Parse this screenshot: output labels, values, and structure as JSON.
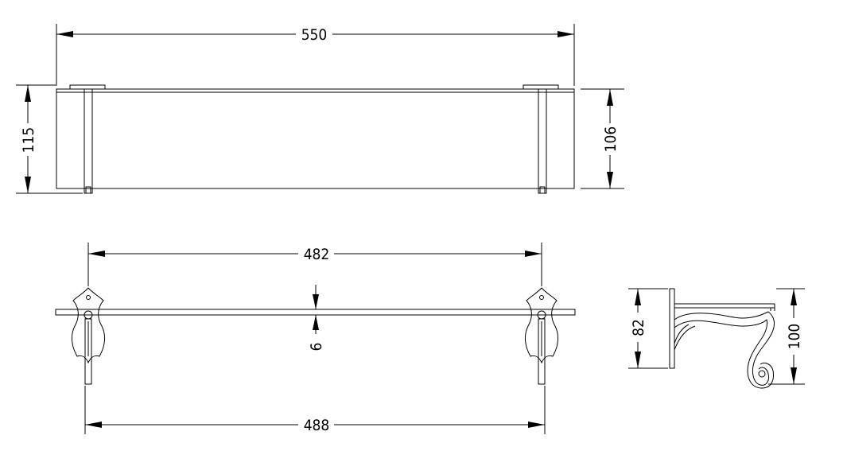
{
  "dimensions": {
    "total_length": "550",
    "total_height": "115",
    "shelf_height": "106",
    "bracket_spacing": "482",
    "shelf_thickness": "6",
    "bottom_spacing": "488",
    "bracket_height": "82",
    "side_height": "100"
  },
  "colors": {
    "line": "#000000",
    "background": "#ffffff"
  }
}
